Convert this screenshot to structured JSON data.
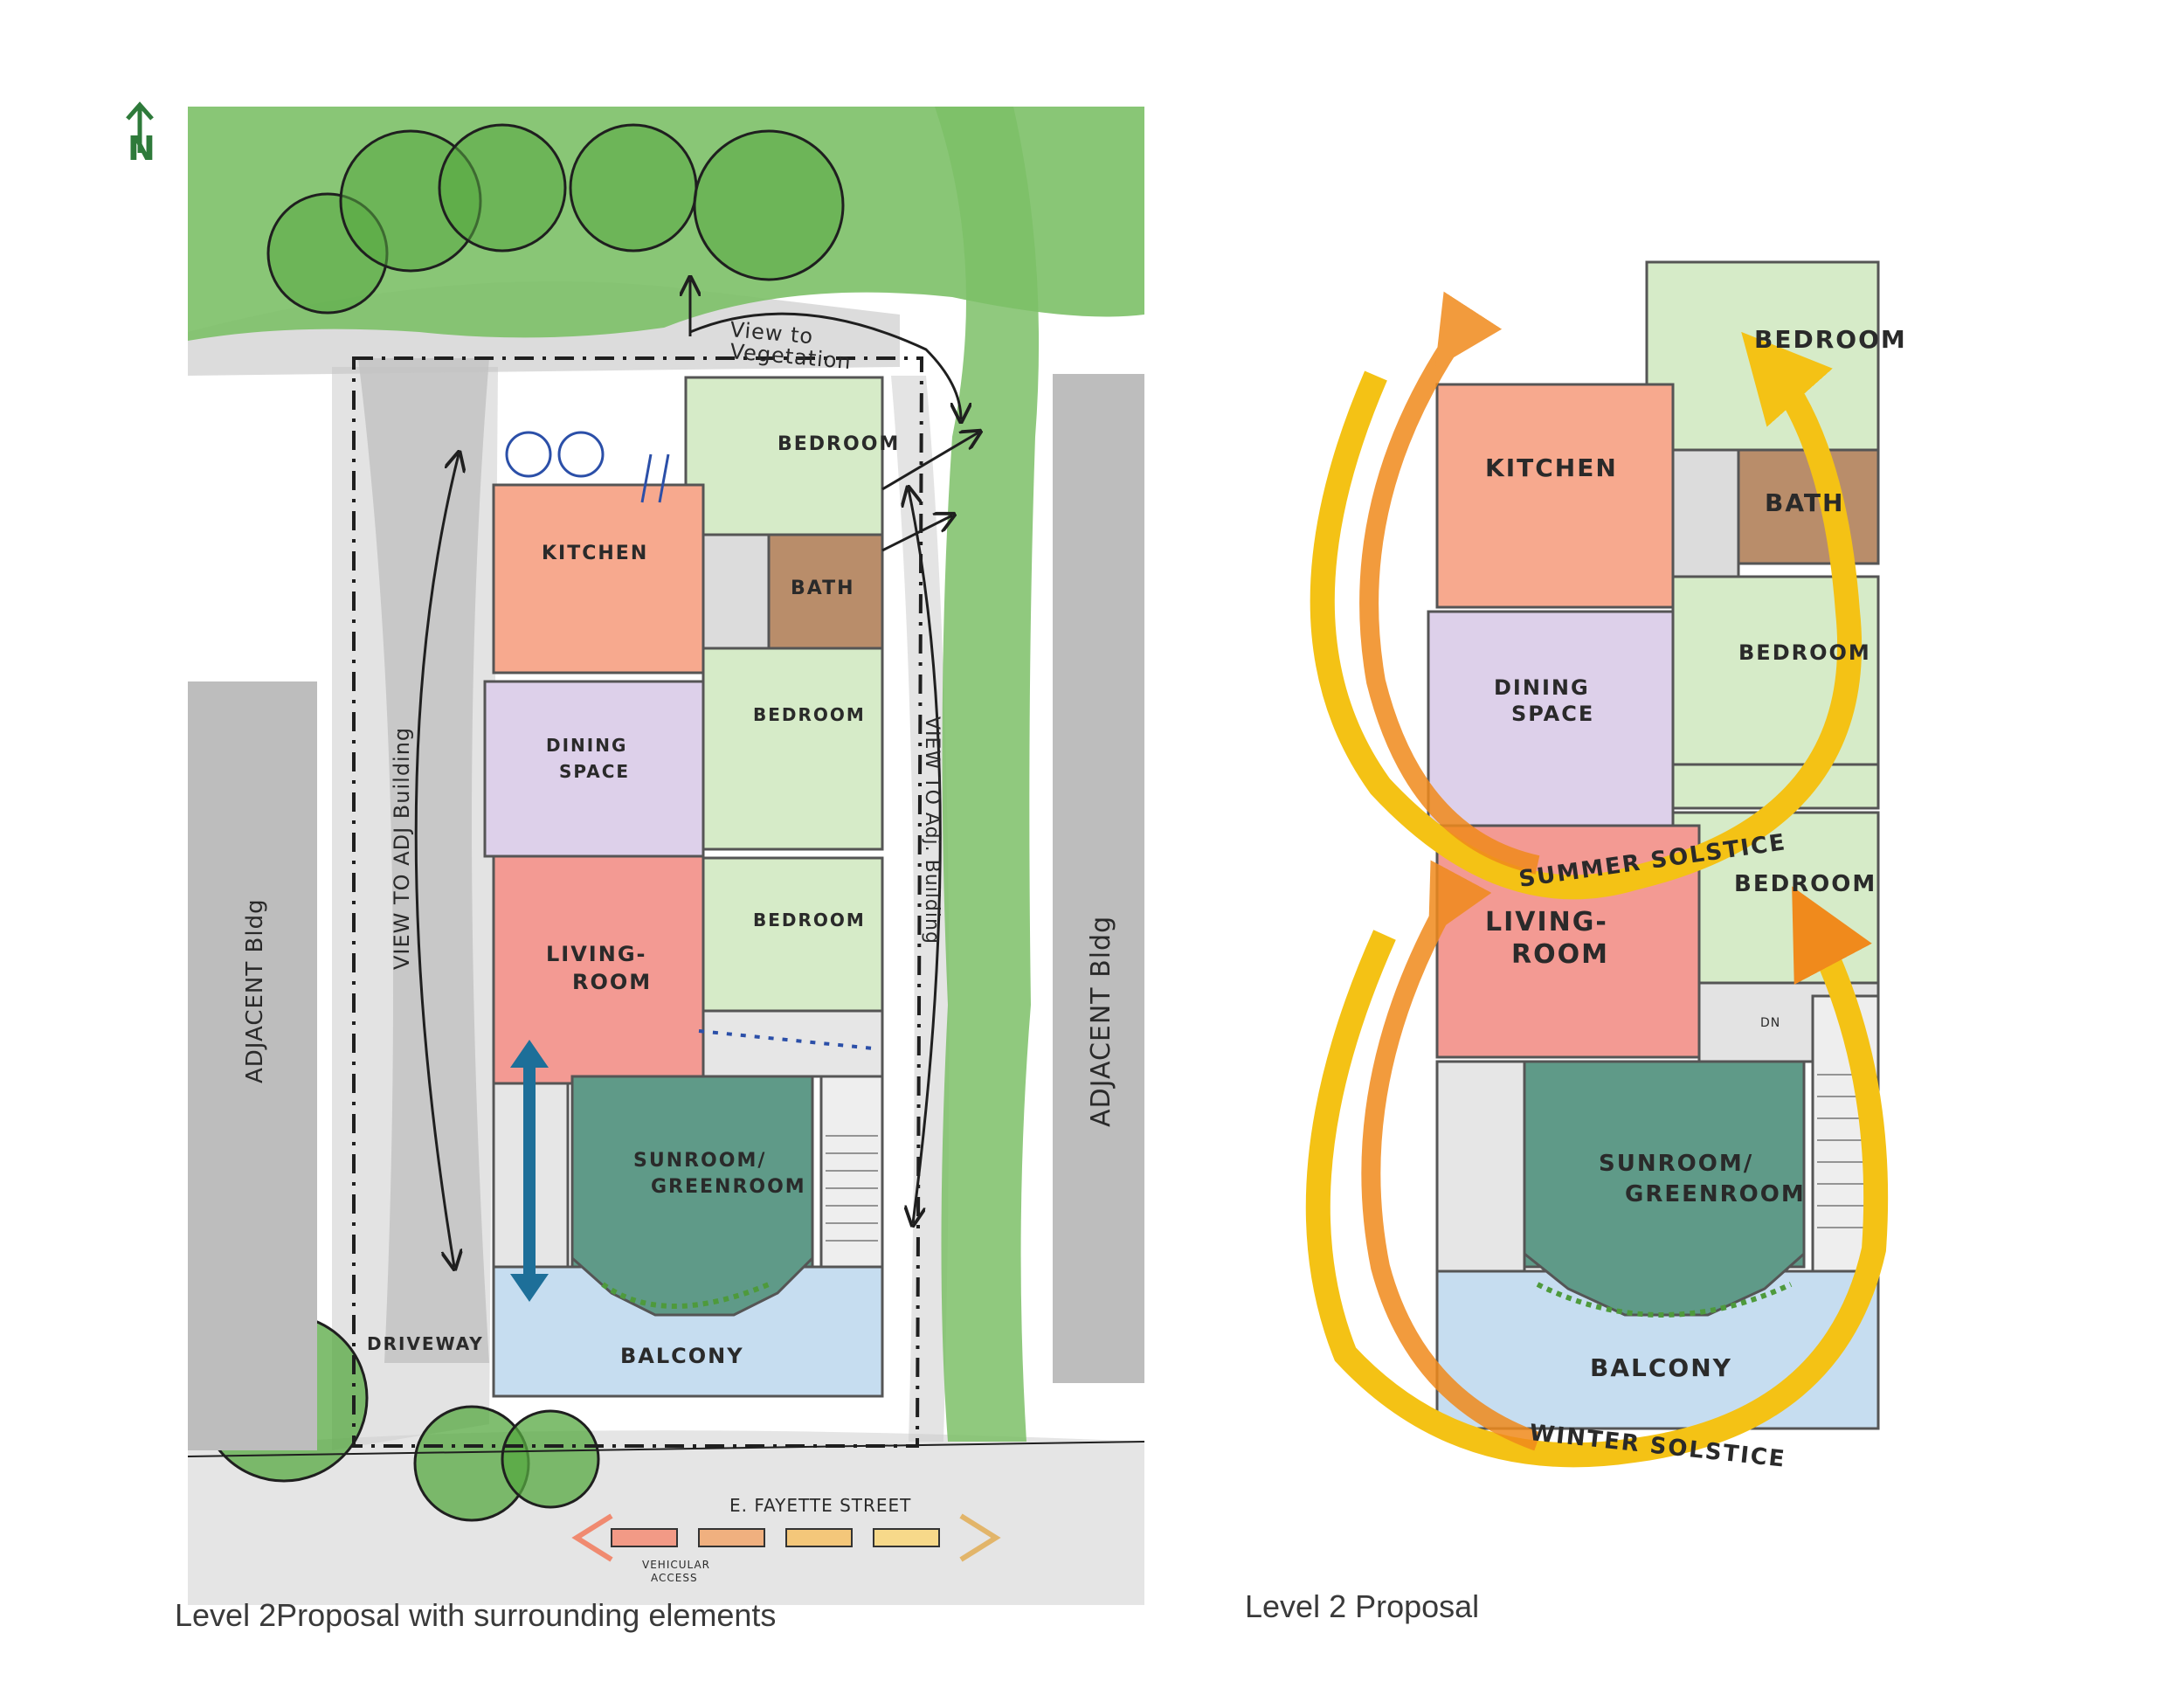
{
  "north_label": "N",
  "left_plan": {
    "caption": "Level 2Proposal with surrounding elements",
    "rooms": {
      "kitchen": "KITCHEN",
      "bedroom1": "BEDROOM",
      "bath": "BATH",
      "dining1": "DINING",
      "dining2": "SPACE",
      "bedroom2": "BEDROOM",
      "living1": "LIVING-",
      "living2": "ROOM",
      "bedroom3": "BEDROOM",
      "sunroom1": "SUNROOM/",
      "sunroom2": "GREENROOM",
      "balcony": "BALCONY"
    },
    "annotations": {
      "view_veg1": "View to",
      "view_veg2": "Vegetation",
      "view_adj_left": "VIEW TO ADJ Building",
      "view_adj_right": "VIEW TO Adj. Building",
      "adjacent_left": "ADJACENT Bldg",
      "adjacent_right": "ADJACENT Bldg",
      "driveway": "DRIVEWAY",
      "street": "E. FAYETTE STREET",
      "vehicular1": "VEHICULAR",
      "vehicular2": "ACCESS"
    }
  },
  "right_plan": {
    "caption": "Level 2 Proposal",
    "rooms": {
      "bedroom1": "BEDROOM",
      "kitchen": "KITCHEN",
      "bath": "BATH",
      "bedroom2": "BEDROOM",
      "dining1": "DINING",
      "dining2": "SPACE",
      "bedroom3": "BEDROOM",
      "living1": "LIVING-",
      "living2": "ROOM",
      "sunroom1": "SUNROOM/",
      "sunroom2": "GREENROOM",
      "balcony": "BALCONY",
      "dn": "DN"
    },
    "annotations": {
      "summer": "SUMMER SOLSTICE",
      "winter": "WINTER SOLSTICE"
    }
  },
  "colors": {
    "kitchen": "#f7a98e",
    "bedroom": "#d6ebc8",
    "bath": "#b98d6a",
    "dining": "#ddd0ea",
    "living": "#f39a93",
    "sunroom": "#5f9a88",
    "balcony": "#c6ddf0",
    "vegetation": "#7cc067",
    "adjacent": "#bdbdbd",
    "summer_arrow": "#f4c215",
    "winter_arrow": "#f08a1c",
    "north": "#2e7a3a",
    "view_arrow": "#1d6f99"
  }
}
